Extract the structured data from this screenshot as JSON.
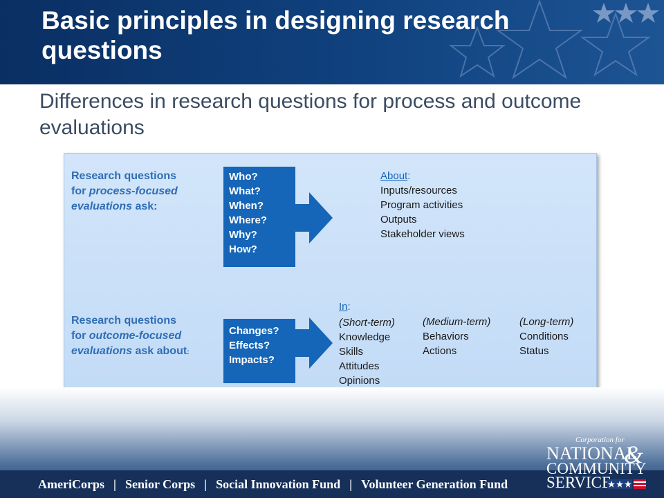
{
  "header": {
    "title": "Basic principles in designing research questions"
  },
  "subtitle": "Differences in research questions for process and outcome evaluations",
  "process": {
    "label_line1": "Research questions",
    "label_line2_prefix": "for ",
    "label_line2_italic": "process-focused",
    "label_line3_italic": "evaluations",
    "label_line3_suffix": " ask:",
    "questions": [
      "Who?",
      "What?",
      "When?",
      "Where?",
      "Why?",
      "How?"
    ],
    "about_heading": "About",
    "about_colon": ":",
    "about_items": [
      "Inputs/resources",
      "Program activities",
      "Outputs",
      "Stakeholder views"
    ]
  },
  "outcome": {
    "label_line1": "Research questions",
    "label_line2_prefix": "for ",
    "label_line2_italic": "outcome-focused",
    "label_line3_italic": "evaluations",
    "label_line3_suffix": " ask about",
    "label_line3_tail": ":",
    "questions": [
      "Changes?",
      "Effects?",
      "Impacts?"
    ],
    "in_heading": "In",
    "in_colon": ":",
    "short_term": {
      "label": "(Short-term)",
      "items": [
        "Knowledge",
        "Skills",
        "Attitudes",
        "Opinions"
      ]
    },
    "medium_term": {
      "label": "(Medium-term)",
      "items": [
        "Behaviors",
        "Actions"
      ]
    },
    "long_term": {
      "label": "(Long-term)",
      "items": [
        "Conditions",
        "Status"
      ]
    }
  },
  "footer": {
    "programs": [
      "AmeriCorps",
      "Senior Corps",
      "Social Innovation Fund",
      "Volunteer Generation Fund"
    ],
    "separator": "|",
    "logo": {
      "corp": "Corporation for",
      "national": "NATIONAL",
      "amp": "&",
      "community": "COMMUNITY",
      "service": "SERVICE"
    }
  },
  "colors": {
    "header": "#0a2f63",
    "accent_blue": "#1565b8",
    "label_blue": "#2f6db4",
    "panel": "#c9e0f8"
  }
}
